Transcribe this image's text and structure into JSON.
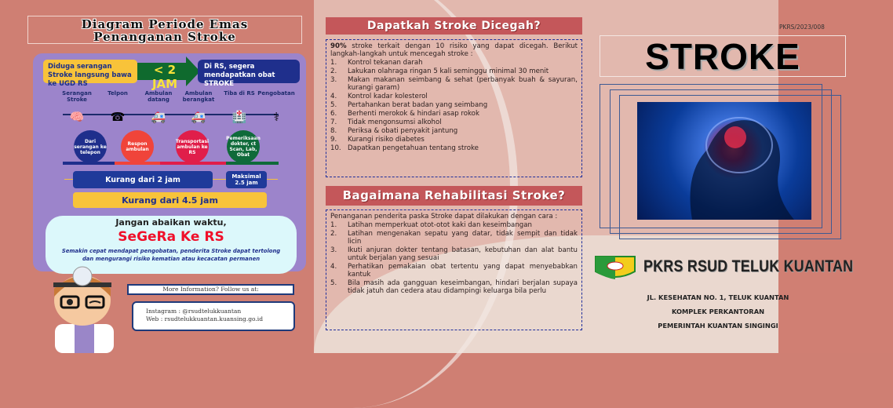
{
  "left": {
    "title": [
      "Diagram Periode Emas",
      "Penanganan Stroke"
    ],
    "suspect": "Diduga serangan Stroke langsung bawa ke UGD RS",
    "time_limit": "< 2 JAM",
    "at_hospital": "Di RS, segera mendapatkan obat STROKE",
    "steps": [
      {
        "label": "Serangan Stroke",
        "icon": "brain-icon"
      },
      {
        "label": "Telpon",
        "icon": "phone-icon"
      },
      {
        "label": "Ambulan datang",
        "icon": "ambulance-icon"
      },
      {
        "label": "Ambulan berangkat",
        "icon": "ambulance-icon"
      },
      {
        "label": "Tiba di RS",
        "icon": "hospital-icon"
      },
      {
        "label": "Pengobatan",
        "icon": "treatment-icon"
      }
    ],
    "phases": [
      {
        "label": "Dari serangan ke telepon",
        "color": "#1f2f8c"
      },
      {
        "label": "Respon ambulan",
        "color": "#f0443a"
      },
      {
        "label": "Transportasi ambulan ke RS",
        "color": "#e01e4a"
      },
      {
        "label": "Pemeriksaan dokter, ct Scan, Lab, Obat",
        "color": "#0f6a3a"
      }
    ],
    "bar1": "Kurang dari 2 jam",
    "bar1b": "Maksimal 2.5 jam",
    "bar2": "Kurang dari 4.5 jam",
    "warn": "Jangan abaikan waktu,",
    "urgent": "SeGeRa Ke RS",
    "quote": "Semakin cepat mendapat pengobatan, penderita Stroke dapat tertolong dan mengurangi risiko kematian atau kecacatan permanen",
    "more_info": "More Information? Follow us at:",
    "instagram": "Instagram : @rsudtelukkuantan",
    "web": "Web : rsudtelukkuantan.kuansing.go.id"
  },
  "middle": {
    "prevent_title": "Dapatkah Stroke Dicegah?",
    "prevent_bold": "90%",
    "prevent_intro": " stroke terkait dengan 10 risiko yang dapat dicegah. Berikut langkah-langkah untuk mencegah stroke :",
    "prevent_items": [
      "Kontrol tekanan darah",
      "Lakukan olahraga ringan 5 kali seminggu minimal 30 menit",
      "Makan makanan seimbang & sehat (perbanyak buah & sayuran, kurangi garam)",
      "Kontrol kadar kolesterol",
      "Pertahankan berat badan yang seimbang",
      "Berhenti merokok & hindari asap rokok",
      "Tidak mengonsumsi alkohol",
      "Periksa & obati penyakit jantung",
      "Kurangi risiko diabetes",
      "Dapatkan pengetahuan tentang stroke"
    ],
    "rehab_title": "Bagaimana Rehabilitasi Stroke?",
    "rehab_intro": "Penanganan penderita paska Stroke dapat dilakukan dengan cara :",
    "rehab_items": [
      "Latihan memperkuat otot-otot kaki dan keseimbangan",
      "Latihan mengenakan sepatu yang datar, tidak sempit dan tidak licin",
      "Ikuti anjuran dokter tentang batasan, kebutuhan dan alat bantu untuk berjalan yang sesuai",
      "Perhatikan pemakaian obat tertentu yang dapat menyebabkan kantuk",
      "Bila masih ada gangguan keseimbangan, hindari berjalan supaya tidak jatuh dan cedera atau didampingi keluarga bila perlu"
    ]
  },
  "right": {
    "code": "PKRS/2023/008",
    "title": "STROKE",
    "org": "PKRS RSUD TELUK KUANTAN",
    "address": [
      "JL. KESEHATAN NO. 1, TELUK KUANTAN",
      "KOMPLEK PERKANTORAN",
      "PEMERINTAH KUANTAN SINGINGI"
    ]
  }
}
